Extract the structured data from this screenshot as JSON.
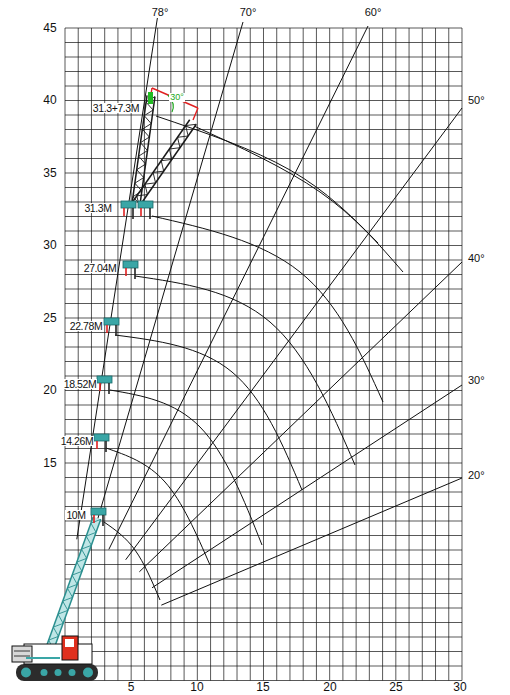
{
  "diagram": {
    "labels": [
      "78°",
      "70°",
      "60°",
      "45",
      "31.3+7.3M",
      "30°",
      "50°",
      "40",
      "35",
      "31.3M",
      "30",
      "40°",
      "27.04M",
      "25",
      "22.78M",
      "18.52M",
      "30°",
      "20",
      "14.26M",
      "15",
      "20°",
      "10M",
      "5",
      "10",
      "15",
      "20",
      "25",
      "30"
    ]
  }
}
